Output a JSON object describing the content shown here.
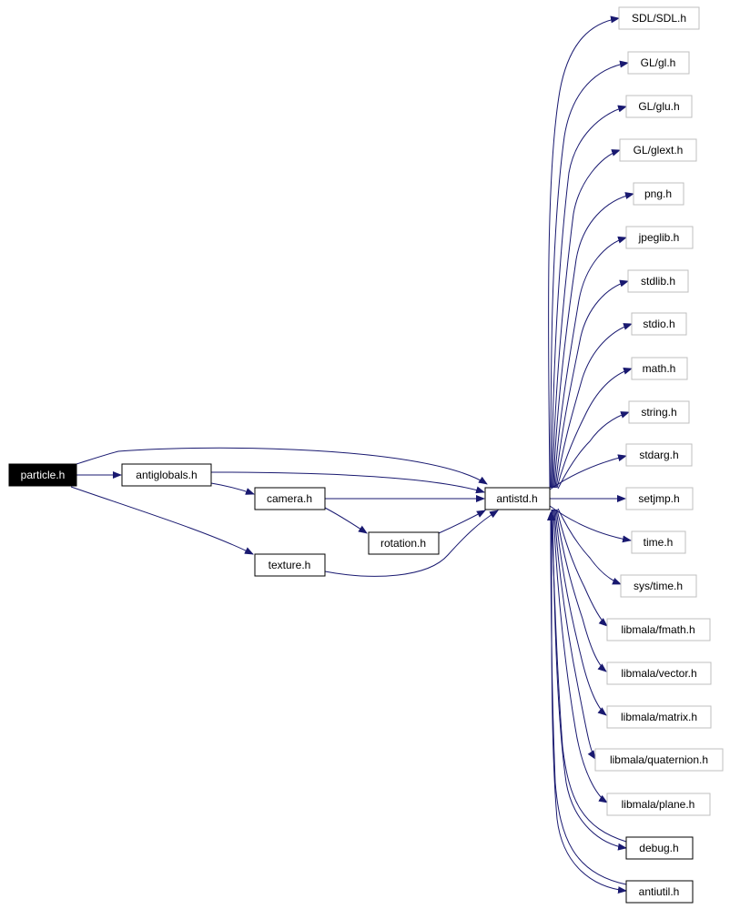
{
  "colors": {
    "edge": "#191970",
    "root_fill": "#000000",
    "root_text": "#ffffff",
    "local_border": "#000000",
    "system_border": "#bfbfbf",
    "text": "#000000"
  },
  "nodes": {
    "particle": "particle.h",
    "antiglobals": "antiglobals.h",
    "camera": "camera.h",
    "rotation": "rotation.h",
    "texture": "texture.h",
    "antistd": "antistd.h",
    "sdl": "SDL/SDL.h",
    "gl": "GL/gl.h",
    "glu": "GL/glu.h",
    "glext": "GL/glext.h",
    "png": "png.h",
    "jpeglib": "jpeglib.h",
    "stdlib": "stdlib.h",
    "stdio": "stdio.h",
    "math": "math.h",
    "string": "string.h",
    "stdarg": "stdarg.h",
    "setjmp": "setjmp.h",
    "time": "time.h",
    "systime": "sys/time.h",
    "fmath": "libmala/fmath.h",
    "vector": "libmala/vector.h",
    "matrix": "libmala/matrix.h",
    "quaternion": "libmala/quaternion.h",
    "plane": "libmala/plane.h",
    "debug": "debug.h",
    "antiutil": "antiutil.h"
  }
}
